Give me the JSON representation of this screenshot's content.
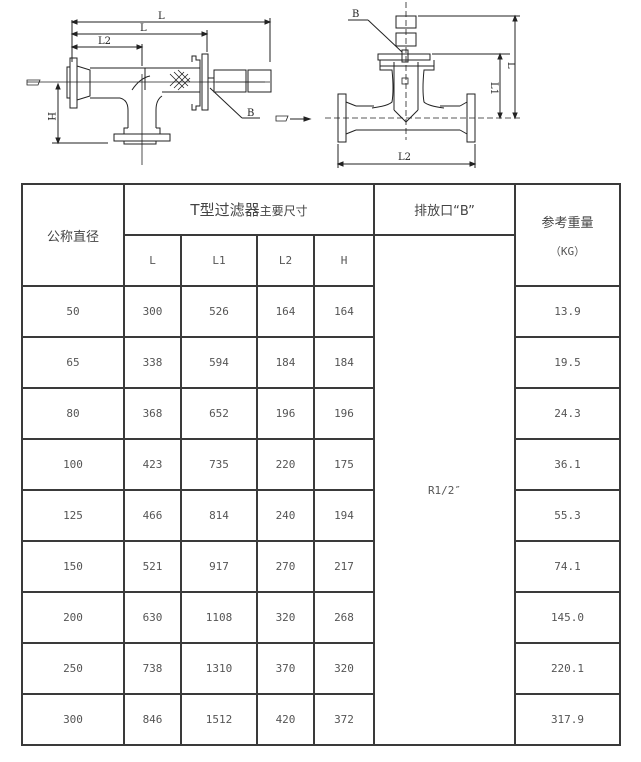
{
  "drawing": {
    "left_view": {
      "labels": {
        "L_outer": "L",
        "L_inner": "L",
        "L2": "L2",
        "H": "H",
        "B": "B"
      }
    },
    "right_view": {
      "labels": {
        "B": "B",
        "L": "L",
        "L1": "L1",
        "L2": "L2"
      }
    }
  },
  "table": {
    "header": {
      "nominal_diameter": "公称直径",
      "main_dims_title": "T型过滤器",
      "main_dims_title_small": "主要尺寸",
      "drain_port": "排放口“B”",
      "weight": "参考重量",
      "weight_unit": "（KG）",
      "sub_columns": [
        "L",
        "L1",
        "L2",
        "H"
      ]
    },
    "drain_value": "R1/2″",
    "rows": [
      {
        "dn": "50",
        "L": "300",
        "L1": "526",
        "L2": "164",
        "H": "164",
        "weight": "13.9"
      },
      {
        "dn": "65",
        "L": "338",
        "L1": "594",
        "L2": "184",
        "H": "184",
        "weight": "19.5"
      },
      {
        "dn": "80",
        "L": "368",
        "L1": "652",
        "L2": "196",
        "H": "196",
        "weight": "24.3"
      },
      {
        "dn": "100",
        "L": "423",
        "L1": "735",
        "L2": "220",
        "H": "175",
        "weight": "36.1"
      },
      {
        "dn": "125",
        "L": "466",
        "L1": "814",
        "L2": "240",
        "H": "194",
        "weight": "55.3"
      },
      {
        "dn": "150",
        "L": "521",
        "L1": "917",
        "L2": "270",
        "H": "217",
        "weight": "74.1"
      },
      {
        "dn": "200",
        "L": "630",
        "L1": "1108",
        "L2": "320",
        "H": "268",
        "weight": "145.0"
      },
      {
        "dn": "250",
        "L": "738",
        "L1": "1310",
        "L2": "370",
        "H": "320",
        "weight": "220.1"
      },
      {
        "dn": "300",
        "L": "846",
        "L1": "1512",
        "L2": "420",
        "H": "372",
        "weight": "317.9"
      }
    ]
  }
}
